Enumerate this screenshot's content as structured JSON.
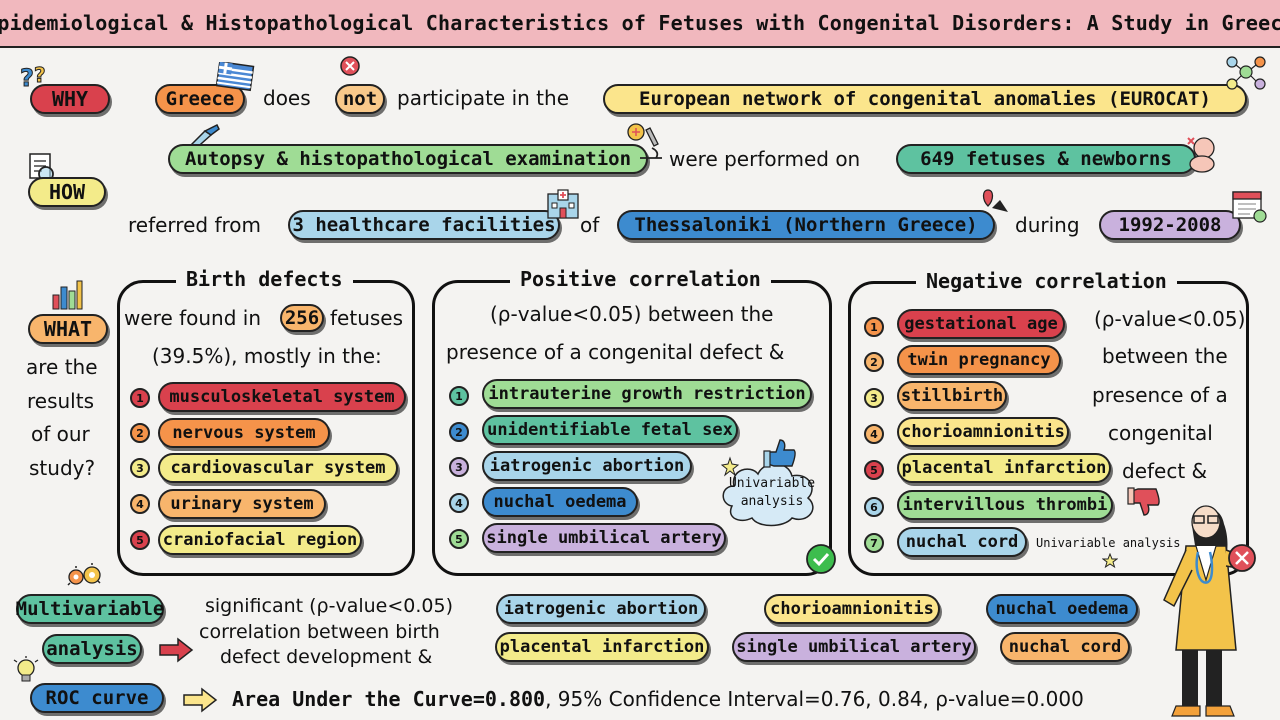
{
  "title": "Epidemiological & Histopathological Characteristics of Fetuses with Congenital Disorders: A Study in Greece",
  "why": {
    "label": "WHY",
    "country": "Greece",
    "word_does": "does",
    "not": "not",
    "participate": "participate in the",
    "network": "European network of congenital anomalies (EUROCAT)"
  },
  "how": {
    "label": "HOW",
    "autopsy": "Autopsy & histopathological examination",
    "performed": "were performed on",
    "count": "649 fetuses & newborns",
    "referred": "referred from",
    "facilities": "3 healthcare facilities",
    "of": "of",
    "city": "Thessaloniki (Northern Greece)",
    "during": "during",
    "years": "1992-2008"
  },
  "what": {
    "label": "WHAT",
    "q1": "are the",
    "q2": "results",
    "q3": "of our",
    "q4": "study?"
  },
  "birth_defects": {
    "title": "Birth defects",
    "line1a": "were found in",
    "count": "256",
    "line1b": "fetuses",
    "line2": "(39.5%), mostly in the:",
    "items": [
      {
        "n": "1",
        "label": "musculoskeletal system"
      },
      {
        "n": "2",
        "label": "nervous system"
      },
      {
        "n": "3",
        "label": "cardiovascular system"
      },
      {
        "n": "4",
        "label": "urinary system"
      },
      {
        "n": "5",
        "label": "craniofacial region"
      }
    ]
  },
  "positive": {
    "title": "Positive correlation",
    "line1": "(ρ-value<0.05) between the",
    "line2": "presence of a congenital defect &",
    "items": [
      {
        "n": "1",
        "label": "intrauterine growth restriction"
      },
      {
        "n": "2",
        "label": "unidentifiable fetal sex"
      },
      {
        "n": "3",
        "label": "iatrogenic abortion"
      },
      {
        "n": "4",
        "label": "nuchal oedema"
      },
      {
        "n": "5",
        "label": "single umbilical artery"
      }
    ],
    "cloud_line1": "Univariable",
    "cloud_line2": "analysis"
  },
  "negative": {
    "title": "Negative correlation",
    "side": [
      "(ρ-value<0.05)",
      "between the",
      "presence of a",
      "congenital",
      "defect &"
    ],
    "items": [
      {
        "n": "1",
        "label": "gestational age"
      },
      {
        "n": "2",
        "label": "twin pregnancy"
      },
      {
        "n": "3",
        "label": "stillbirth"
      },
      {
        "n": "4",
        "label": "chorioamnionitis"
      },
      {
        "n": "5",
        "label": "placental infarction"
      },
      {
        "n": "6",
        "label": "intervillous thrombi"
      },
      {
        "n": "7",
        "label": "nuchal cord"
      }
    ],
    "note": "Univariable analysis"
  },
  "multivariable": {
    "label1": "Multivariable",
    "label2": "analysis",
    "text1": "significant (ρ-value<0.05)",
    "text2": "correlation between birth",
    "text3": "defect development &",
    "items": [
      "iatrogenic abortion",
      "chorioamnionitis",
      "nuchal oedema",
      "placental infarction",
      "single umbilical artery",
      "nuchal cord"
    ]
  },
  "roc": {
    "label": "ROC curve",
    "auc": "Area Under the Curve=0.800",
    "rest": ", 95% Confidence Interval=0.76, 0.84, ρ-value=0.000"
  },
  "icons": [
    "question-icon",
    "flag-greece-icon",
    "no-entry-icon",
    "network-people-icon",
    "microscope-icon",
    "scalpel-icon",
    "baby-icon",
    "hospital-icon",
    "map-pin-icon",
    "calendar-icon",
    "magnifier-icon",
    "bar-chart-icon",
    "gears-icon",
    "lightbulb-icon",
    "thumbs-up-icon",
    "check-icon",
    "cross-icon",
    "doctor-figure"
  ]
}
